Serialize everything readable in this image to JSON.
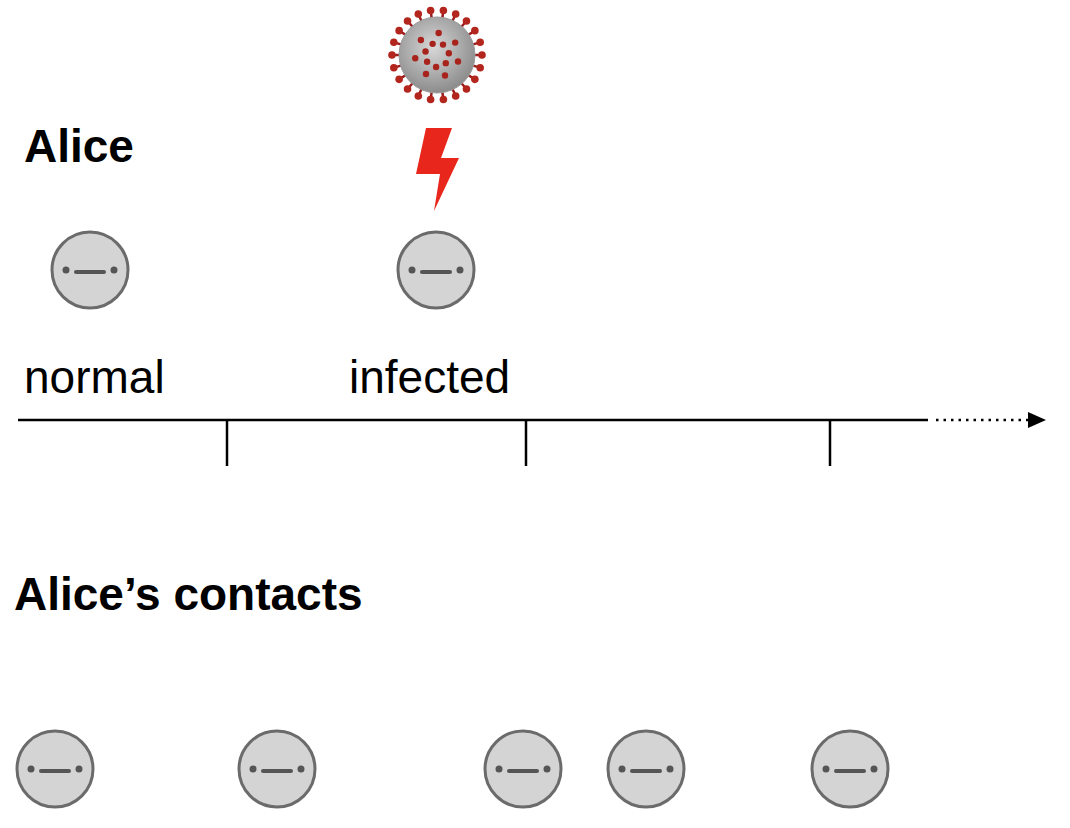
{
  "diagram": {
    "labels": [
      "Alice",
      "normal",
      "infected",
      "Alice’s contacts"
    ]
  }
}
